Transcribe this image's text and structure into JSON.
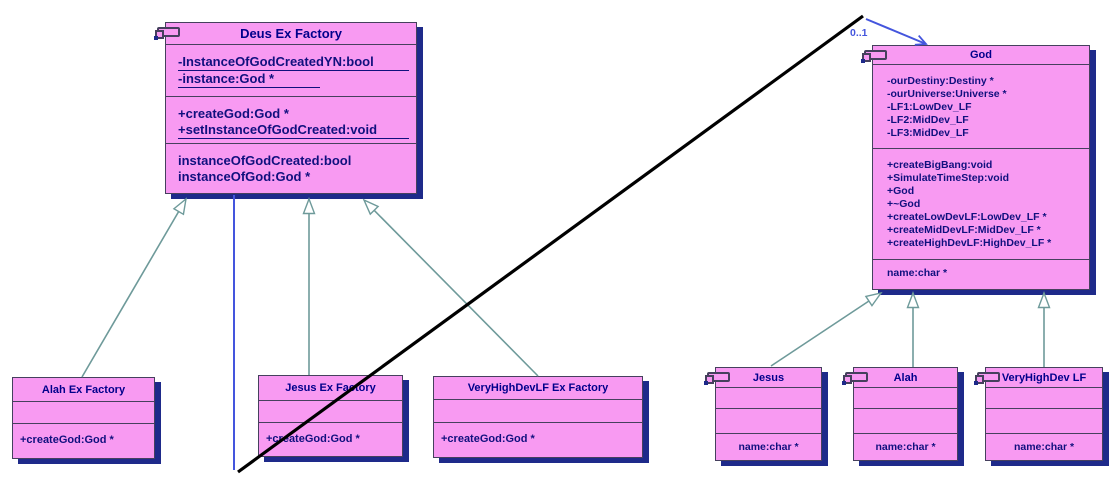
{
  "colors": {
    "canvas_bg": "#ffffff",
    "box_fill": "#f89af2",
    "box_border": "#46405e",
    "shadow": "#1e2a8a",
    "title_text": "#00008b",
    "member_text": "#10107e",
    "inherit_line": "#6e9a9a",
    "assoc_line": "#4455dd",
    "diagonal_line": "#000000"
  },
  "icons": {
    "class_icon": "uml-class-tab-glyph"
  },
  "classes": {
    "deus": {
      "title": "Deus Ex Factory",
      "attributes": [
        "-InstanceOfGodCreatedYN:bool",
        "-instance:God *"
      ],
      "methods": [
        "+createGod:God *",
        "+setInstanceOfGodCreated:void"
      ],
      "properties": [
        "instanceOfGodCreated:bool",
        "instanceOfGod:God *"
      ]
    },
    "god": {
      "title": "God",
      "attributes": [
        "-ourDestiny:Destiny *",
        "-ourUniverse:Universe *",
        "-LF1:LowDev_LF",
        "-LF2:MidDev_LF",
        "-LF3:MidDev_LF"
      ],
      "methods": [
        "+createBigBang:void",
        "+SimulateTimeStep:void",
        "+God",
        "+~God",
        "+createLowDevLF:LowDev_LF *",
        "+createMidDevLF:MidDev_LF *",
        "+createHighDevLF:HighDev_LF *"
      ],
      "properties": [
        "name:char *"
      ]
    },
    "alah_factory": {
      "title": "Alah Ex Factory",
      "methods": [
        "+createGod:God *"
      ]
    },
    "jesus_factory": {
      "title": "Jesus Ex Factory",
      "methods": [
        "+createGod:God *"
      ]
    },
    "vhd_factory": {
      "title": "VeryHighDevLF Ex Factory",
      "methods": [
        "+createGod:God *"
      ]
    },
    "jesus": {
      "title": "Jesus",
      "properties": [
        "name:char *"
      ]
    },
    "alah": {
      "title": "Alah",
      "properties": [
        "name:char *"
      ]
    },
    "vhd": {
      "title": "VeryHighDev LF",
      "properties": [
        "name:char *"
      ]
    }
  },
  "associations": {
    "god_multiplicity": "0..1"
  }
}
